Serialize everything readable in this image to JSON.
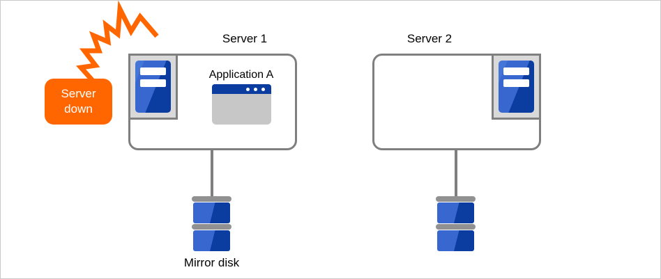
{
  "diagram": {
    "alert_badge": {
      "text": "Server down"
    },
    "servers": [
      {
        "label": "Server 1",
        "application_label": "Application A"
      },
      {
        "label": "Server 2"
      }
    ],
    "disk_label": "Mirror disk"
  },
  "icons": {
    "crash_bolt": "jagged-impact-flash",
    "server_tower": "blue-server-unit",
    "application_window": "window-with-titlebar-dots",
    "mirror_disk": "stacked-disk-platters"
  },
  "colors": {
    "orange": "#ff6600",
    "blue_light": "#3767cf",
    "blue_dark": "#0b3da0",
    "titlebar_blue": "#0b3da0",
    "frame_fill": "#d9d9d9",
    "line_gray": "#7f7f7f",
    "disk_bar_gray": "#919191",
    "window_body": "#c7c7c7",
    "canvas_border": "#c9c9c9",
    "text_black": "#000000",
    "badge_text": "#ffffff"
  }
}
